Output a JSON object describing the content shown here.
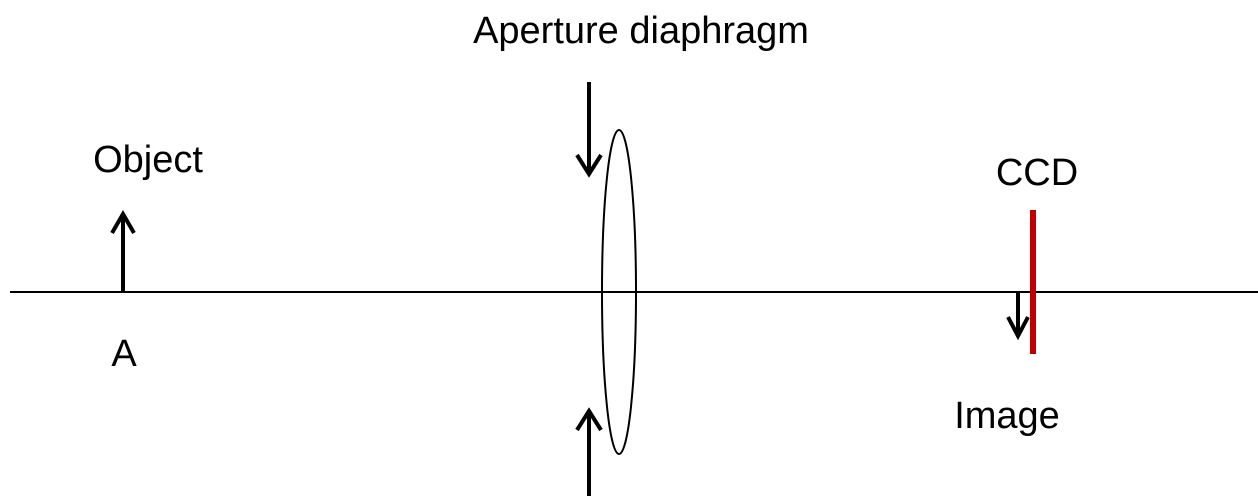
{
  "labels": {
    "aperture": "Aperture diaphragm",
    "object": "Object",
    "point_a": "A",
    "ccd": "CCD",
    "image": "Image"
  },
  "colors": {
    "line": "#000000",
    "ccd": "#c00000",
    "background": "#ffffff"
  }
}
